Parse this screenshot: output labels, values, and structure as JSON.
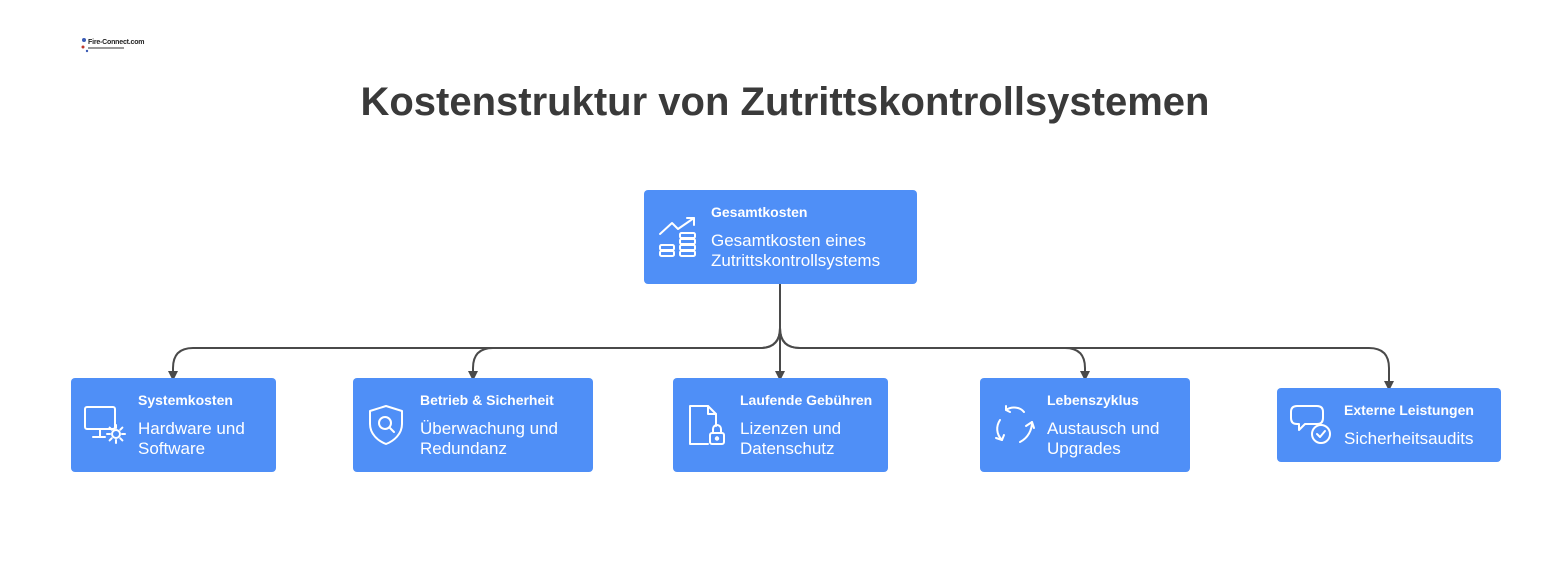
{
  "logo": {
    "text": "Fire-Connect.com"
  },
  "title": "Kostenstruktur von Zutrittskontrollsystemen",
  "root": {
    "heading": "Gesamtkosten",
    "description_line1": "Gesamtkosten eines",
    "description_line2": "Zutrittskontrollsystems",
    "icon": "growth-coins-icon"
  },
  "children": [
    {
      "heading": "Systemkosten",
      "description_line1": "Hardware und",
      "description_line2": "Software",
      "icon": "monitor-gear-icon"
    },
    {
      "heading": "Betrieb & Sicherheit",
      "description_line1": "Überwachung und",
      "description_line2": "Redundanz",
      "icon": "shield-search-icon"
    },
    {
      "heading": "Laufende Gebühren",
      "description_line1": "Lizenzen und",
      "description_line2": "Datenschutz",
      "icon": "document-lock-icon"
    },
    {
      "heading": "Lebenszyklus",
      "description_line1": "Austausch und",
      "description_line2": "Upgrades",
      "icon": "cycle-arrows-icon"
    },
    {
      "heading": "Externe Leistungen",
      "description_line1": "Sicherheitsaudits",
      "icon": "chat-check-icon"
    }
  ],
  "colors": {
    "node": "#4f8ff7",
    "connector": "#4a4a4a",
    "title": "#3a3a3a"
  }
}
